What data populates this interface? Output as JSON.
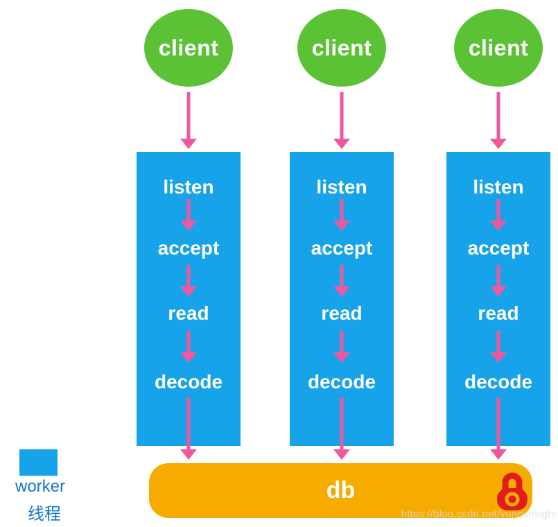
{
  "colors": {
    "green": "#5BC236",
    "blue": "#16A3E9",
    "pink": "#EF589F",
    "orange": "#F6AB00",
    "red": "#E11C1C",
    "legend-text": "#1577D2"
  },
  "columns": [
    {
      "client": "client",
      "steps": [
        "listen",
        "accept",
        "read",
        "decode"
      ]
    },
    {
      "client": "client",
      "steps": [
        "listen",
        "accept",
        "read",
        "decode"
      ]
    },
    {
      "client": "client",
      "steps": [
        "listen",
        "accept",
        "read",
        "decode"
      ]
    }
  ],
  "db": {
    "label": "db"
  },
  "legend": {
    "label_en": "worker",
    "label_zh": "线程"
  },
  "watermark": "https://blog.csdn.net/yunqiinsight"
}
